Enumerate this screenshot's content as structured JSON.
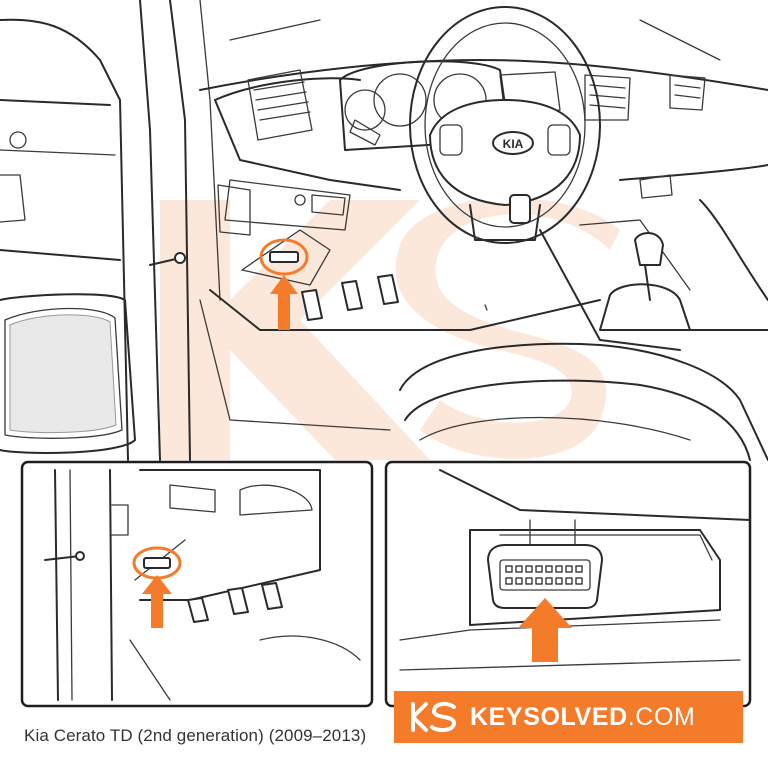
{
  "diagram": {
    "caption": "Kia Cerato TD (2nd generation) (2009–2013)",
    "badge_text": "KIA",
    "brand_name": "KEYSOLVED",
    "brand_domain": ".COM",
    "watermark_text": "KS",
    "colors": {
      "accent": "#F47B2A",
      "line": "#2A2A2A",
      "watermark": "#F9D6BE",
      "background": "#FFFFFF"
    },
    "icons": [
      "obd-port-arrow-icon",
      "obd-port-highlight-ring-icon",
      "keysolved-logo-icon"
    ]
  }
}
